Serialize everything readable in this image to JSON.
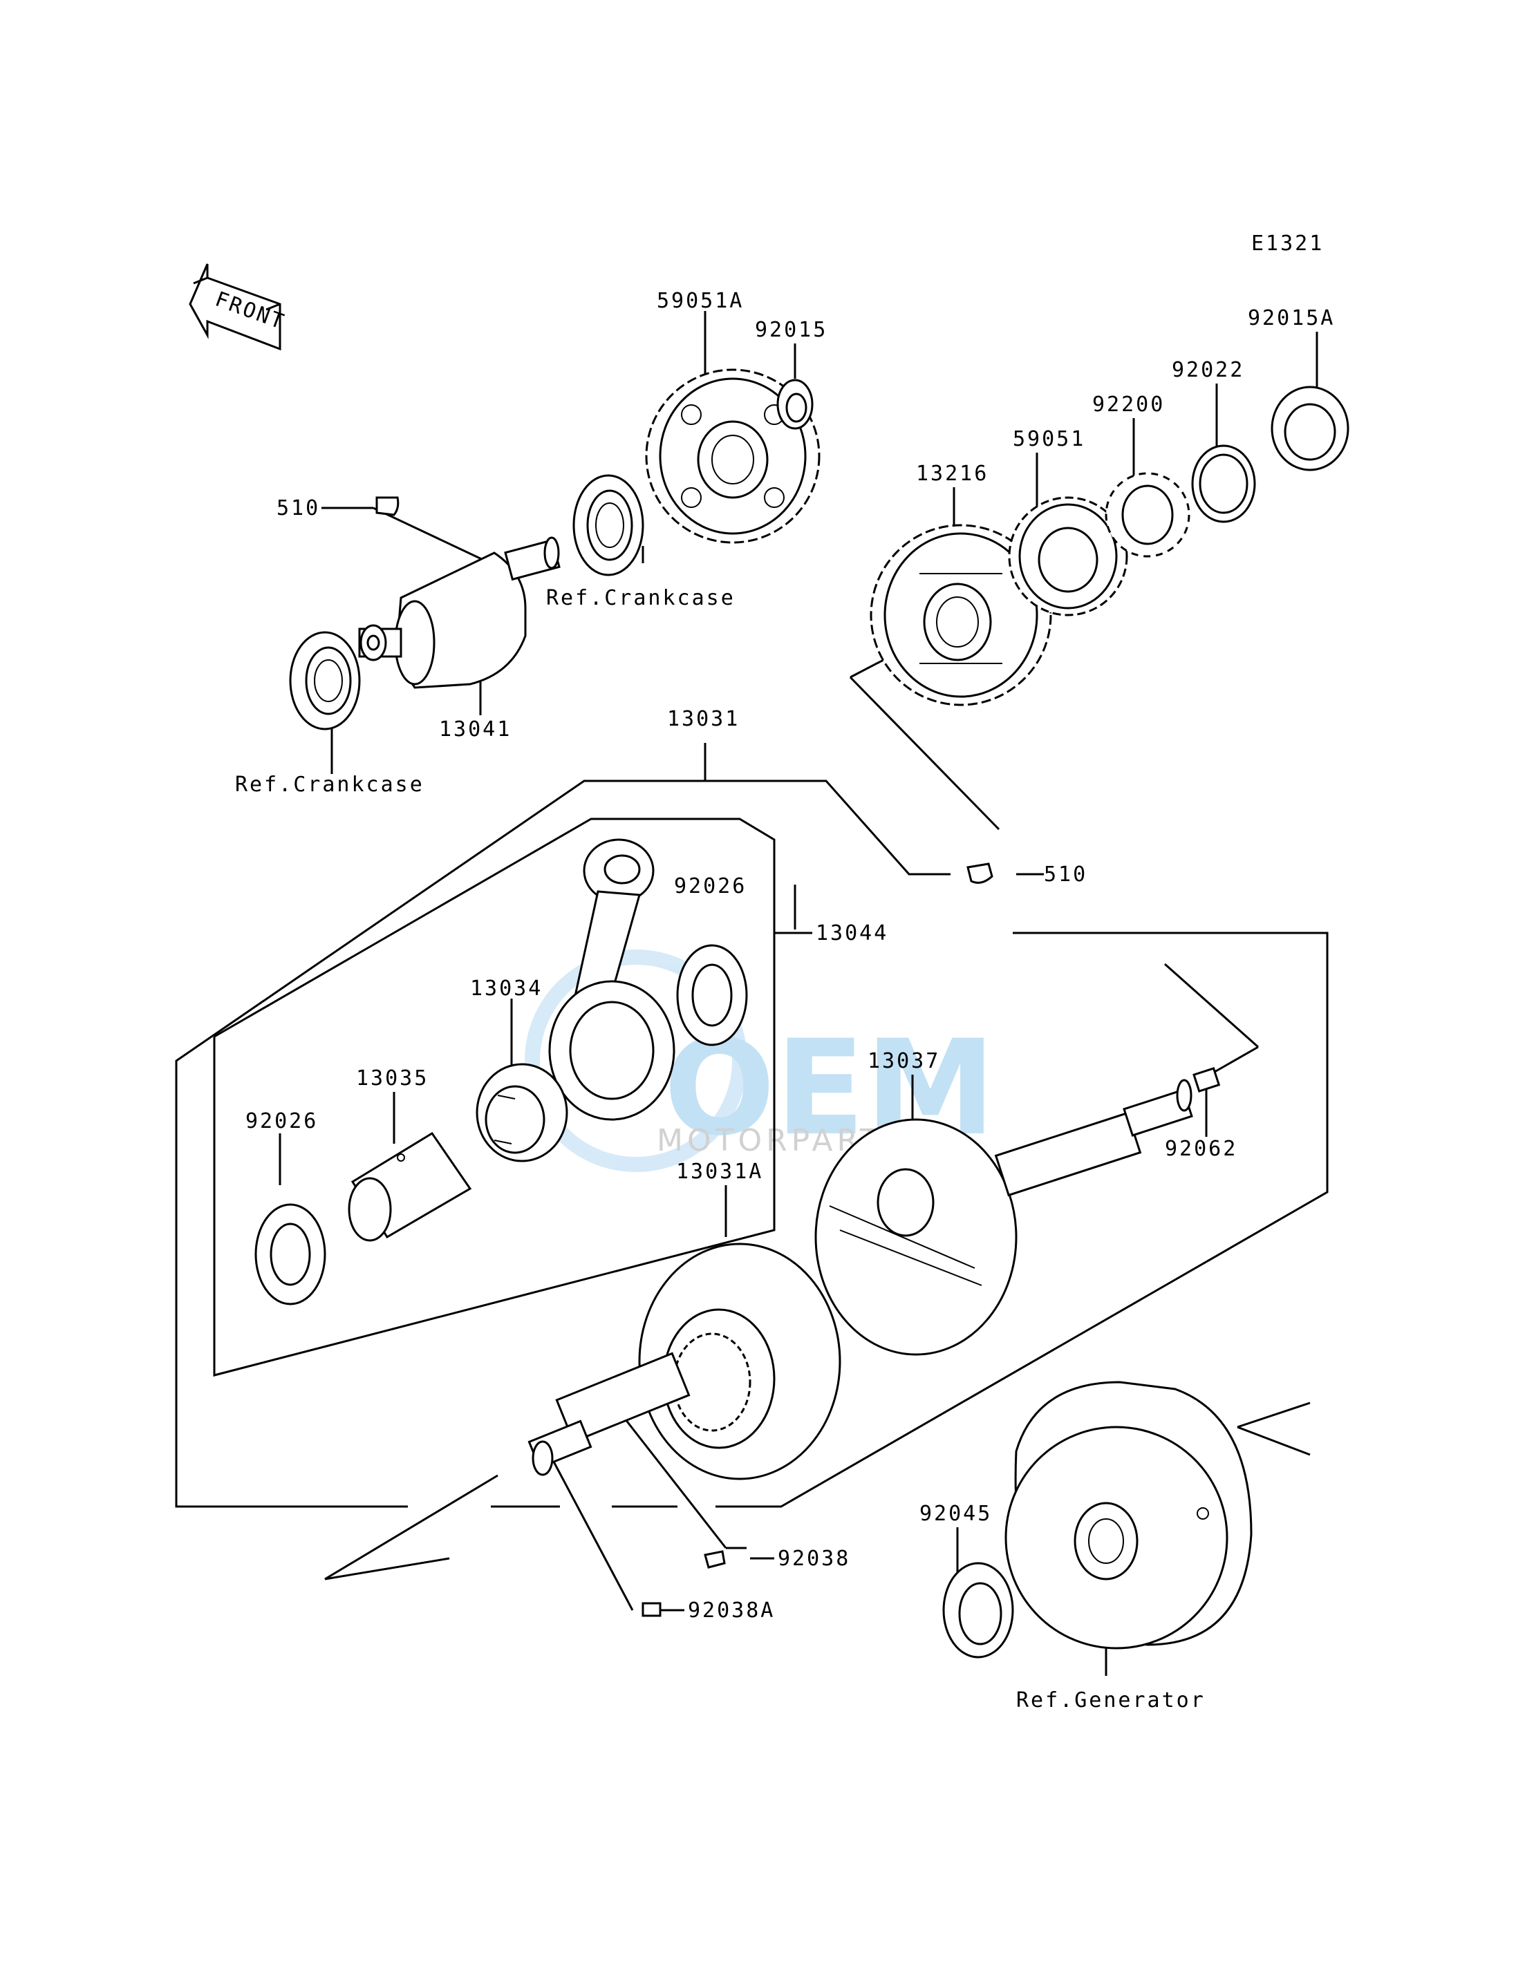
{
  "diagram_code": "E1321",
  "front_arrow_text": "FRONT",
  "watermark": {
    "brand": "OEM",
    "sub": "MOTORPARTS"
  },
  "labels": {
    "p59051A": "59051A",
    "p92015": "92015",
    "p92015A": "92015A",
    "p92022": "92022",
    "p92200": "92200",
    "p59051": "59051",
    "p13216": "13216",
    "p510_top": "510",
    "ref_crankcase_1": "Ref.Crankcase",
    "p13041": "13041",
    "ref_crankcase_2": "Ref.Crankcase",
    "p13031": "13031",
    "p510_mid": "510",
    "p92026_top": "92026",
    "p13044": "13044",
    "p13034": "13034",
    "p13035": "13035",
    "p92026_left": "92026",
    "p13037": "13037",
    "p92062": "92062",
    "p13031A": "13031A",
    "p92045": "92045",
    "p92038": "92038",
    "p92038A": "92038A",
    "ref_generator": "Ref.Generator"
  }
}
